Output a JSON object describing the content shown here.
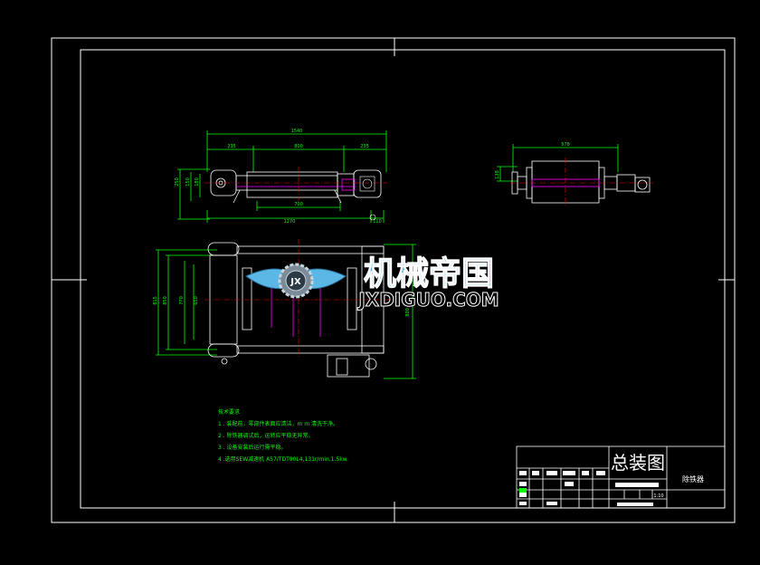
{
  "colors": {
    "background": "#000000",
    "frame": "#ffffff",
    "dimension": "#00ff00",
    "centerline": "#ff0000",
    "hidden": "#ff00ff",
    "outline": "#ffffff",
    "watermark": "#5bb8e6"
  },
  "front_view": {
    "dim_overall": "1540",
    "dim_left": "235",
    "dim_mid": "800",
    "dim_right": "235",
    "dim_inner": "700",
    "dim_bottom_total": "1270",
    "dim_bottom_right": "110",
    "dim_h1": "250",
    "dim_h2": "150",
    "dim_h3": "180"
  },
  "side_view": {
    "dim_width": "578",
    "dim_height": "138"
  },
  "plan_view": {
    "dim_v1": "815",
    "dim_v2": "850",
    "dim_v3": "770",
    "dim_v4": "650",
    "dim_right": "800"
  },
  "watermark": {
    "cn": "机械帝国",
    "en": "JXDIGUO.COM",
    "icon": "winged-gear-logo-icon"
  },
  "notes": {
    "heading": "技术要求",
    "items": [
      "1 . 装配前，零部件表面应清洁，m m 清洗干净。",
      "2 . 除铁器调试后，运转应平稳无异常。",
      "3 . 设备安装后运行需平稳。",
      "4 .选用SEW减速机 A57/TDT90L4,131r/min,1.5kw."
    ]
  },
  "title_block": {
    "drawing_title": "总装图",
    "part_name": "除铁器",
    "scale": "1:10"
  }
}
